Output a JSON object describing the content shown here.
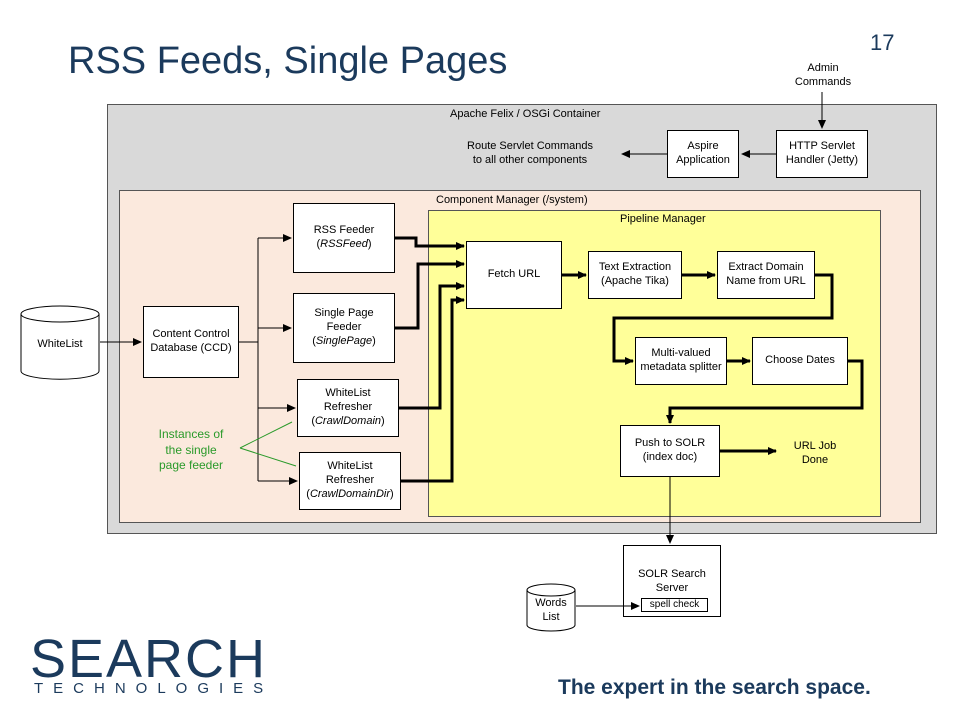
{
  "slide": {
    "title": "RSS Feeds, Single Pages",
    "number": "17"
  },
  "admin_commands": "Admin\nCommands",
  "felix_container": {
    "label": "Apache Felix / OSGi Container",
    "route_note": "Route Servlet Commands\nto all other components",
    "aspire": "Aspire\nApplication",
    "http_servlet": "HTTP Servlet\nHandler (Jetty)"
  },
  "component_manager": {
    "label": "Component Manager (/system)",
    "rss_feeder": {
      "line1": "RSS Feeder",
      "line2": "RSSFeed"
    },
    "single_page_feeder": {
      "line1": "Single Page\nFeeder",
      "line2": "SinglePage"
    },
    "whitelist_refresher_1": {
      "line1": "WhiteList\nRefresher",
      "line2": "CrawlDomain"
    },
    "whitelist_refresher_2": {
      "line1": "WhiteList\nRefresher",
      "line2": "CrawlDomainDir"
    },
    "content_control": "Content Control\nDatabase (CCD)",
    "instances_note": "Instances of\nthe single\npage feeder"
  },
  "pipeline_manager": {
    "label": "Pipeline Manager",
    "fetch_url": "Fetch URL",
    "text_extraction": "Text Extraction\n(Apache Tika)",
    "extract_domain": "Extract Domain\nName from URL",
    "metadata_splitter": "Multi-valued\nmetadata splitter",
    "choose_dates": "Choose Dates",
    "push_solr": "Push to SOLR\n(index doc)",
    "url_job_done": "URL Job\nDone"
  },
  "external": {
    "whitelist": "WhiteList",
    "solr_search": "SOLR Search\nServer",
    "spell_check": "spell check",
    "words_list": "Words\nList"
  },
  "branding": {
    "logo_word": "SEARCH",
    "logo_sub": "TECHNOLOGIES",
    "tagline": "The expert in the search space."
  },
  "colors": {
    "title": "#1b3a5c",
    "felix_bg": "#d9d9d9",
    "component_bg": "#fbe9dd",
    "pipeline_bg": "#ffff99",
    "note_green": "#2a9a2a"
  }
}
